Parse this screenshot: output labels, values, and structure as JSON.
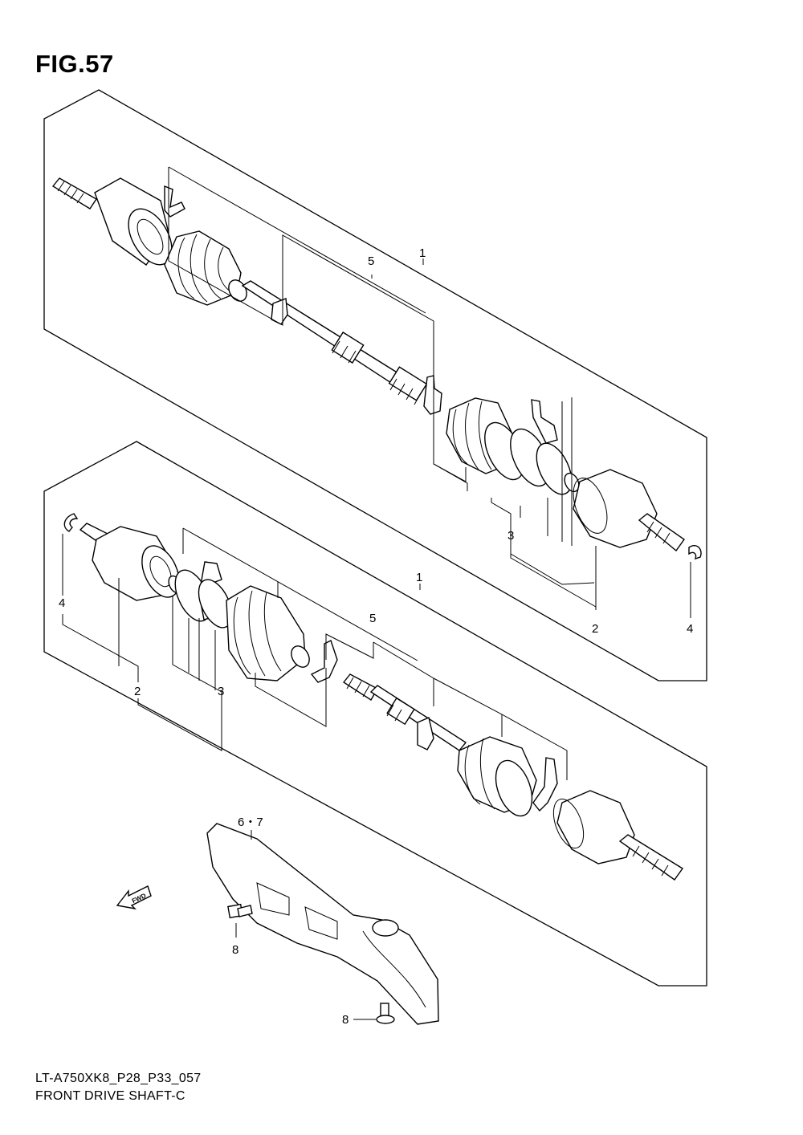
{
  "figure": {
    "title": "FIG.57"
  },
  "footer": {
    "code": "LT-A750XK8_P28_P33_057",
    "name": "FRONT DRIVE SHAFT-C"
  },
  "upper_shaft": {
    "callout_1": "1",
    "callout_2": "2",
    "callout_3": "3",
    "callout_4": "4",
    "callout_5": "5"
  },
  "lower_shaft": {
    "callout_1": "1",
    "callout_2": "2",
    "callout_3": "3",
    "callout_4": "4",
    "callout_5": "5"
  },
  "guard": {
    "callout_67": "6・7",
    "callout_8_upper": "8",
    "callout_8_lower": "8"
  },
  "fwd_arrow": {
    "label": "FWD"
  }
}
